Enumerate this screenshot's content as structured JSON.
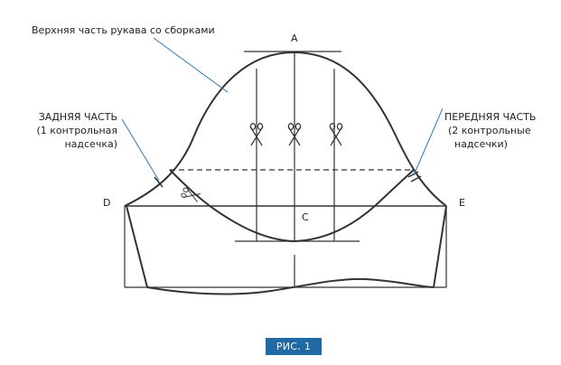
{
  "labels": {
    "top_title": "Верхняя часть рукава со сборками",
    "back_line1": "ЗАДНЯЯ ЧАСТЬ",
    "back_line2": "(1 контрольная",
    "back_line3": "надсечка)",
    "front_line1": "ПЕРЕДНЯЯ ЧАСТЬ",
    "front_line2": "(2 контрольные",
    "front_line3": "надсечки)"
  },
  "points": {
    "A": "A",
    "C": "C",
    "D": "D",
    "E": "E"
  },
  "figure_label": "РИС. 1",
  "colors": {
    "stroke": "#333333",
    "accent": "#1f6aa5",
    "leader": "#2a7ab8"
  },
  "icons": [
    "scissors-icon"
  ]
}
